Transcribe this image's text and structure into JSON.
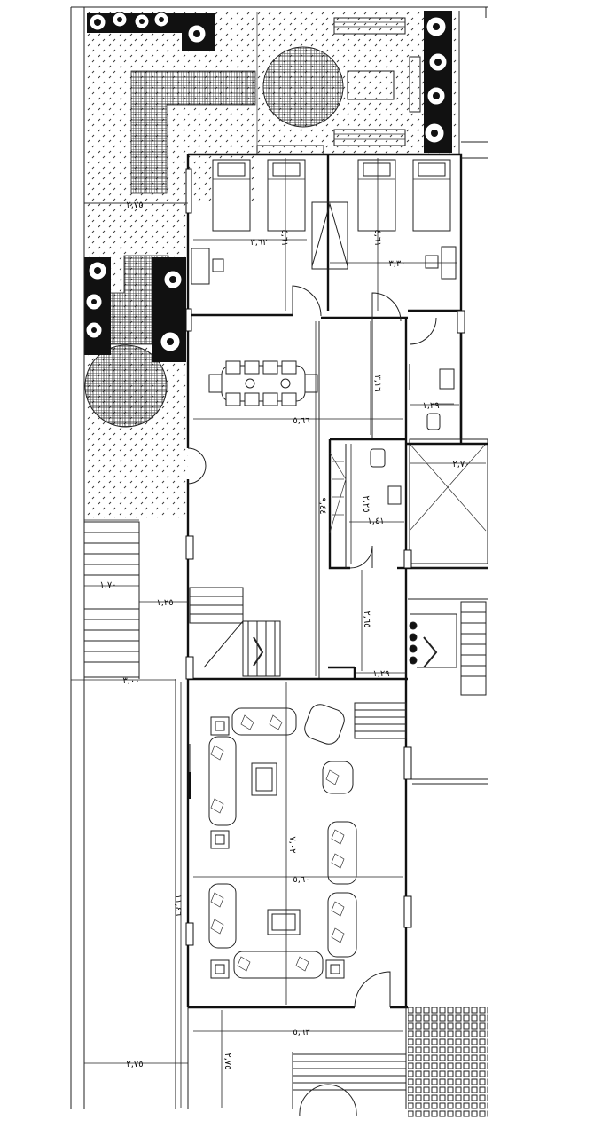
{
  "plan": {
    "dimensions": {
      "garden_width": "٢,٧٥",
      "bedroom1_width": "٣,٦٢",
      "bedroom1_depth": "٤,٦١",
      "bedroom2_depth": "٤,٦١",
      "bedroom2_width": "٣,٣٠",
      "corridor_depth": "٣,١٦",
      "hall_width": "٥,٦٦",
      "wc1_width": "١,٢٩",
      "hall_depth": "٩,٤٤",
      "bath_depth": "٢,٢٥",
      "bath_width": "١,٤١",
      "stair_width": "٢,٧٠",
      "side_stair_width": "١,٧٠",
      "passage_width": "١,٢٥",
      "lobby_depth": "٢,٦٥",
      "lobby_width": "١,٢٩",
      "side_width": "٣,٠٠",
      "living_depth": "٧,٠٢",
      "living_width": "٥,٦٠",
      "side_strip_depth": "١١,٤٦",
      "entry_width": "٥,٦٣",
      "entry_depth": "٢,٧٥",
      "front_width": "٢,٧٥"
    },
    "symbols": {
      "tree": "tree-icon",
      "bed": "bed-icon",
      "sofa": "sofa-icon",
      "armchair": "armchair-icon",
      "table": "table-icon",
      "toilet": "toilet-icon",
      "sink": "sink-icon",
      "door": "door-swing-icon"
    }
  }
}
